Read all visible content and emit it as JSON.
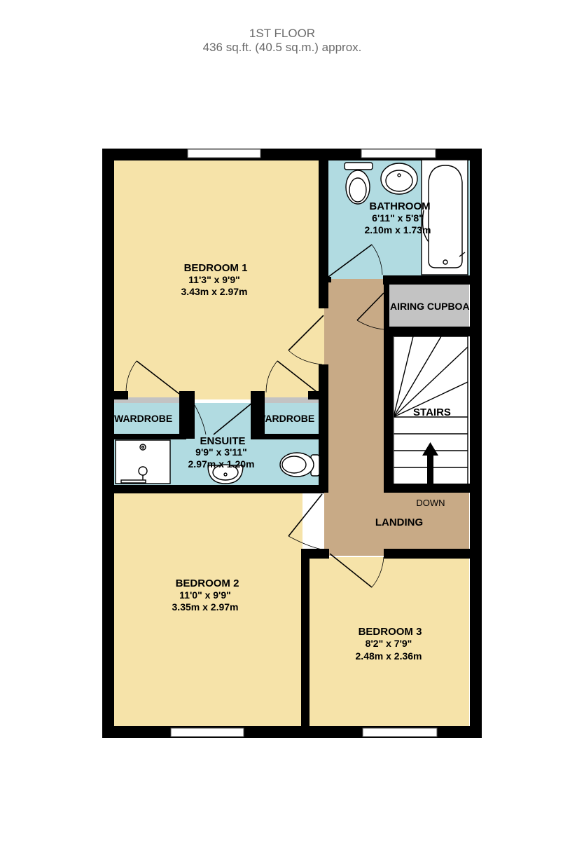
{
  "header": {
    "floor": "1ST FLOOR",
    "area": "436 sq.ft. (40.5 sq.m.) approx."
  },
  "colors": {
    "bedroom": "#f6e3a9",
    "wet_room": "#b1dbe1",
    "landing": "#c8aa86",
    "cupboard": "#c3c3c3",
    "wall": "#000000",
    "window": "#cccccc"
  },
  "rooms": {
    "bedroom1": {
      "name": "BEDROOM 1",
      "imperial": "11'3\"  x 9'9\"",
      "metric": "3.43m  x 2.97m"
    },
    "bathroom": {
      "name": "BATHROOM",
      "imperial": "6'11\"  x 5'8\"",
      "metric": "2.10m  x 1.73m"
    },
    "ensuite": {
      "name": "ENSUITE",
      "imperial": "9'9\"  x 3'11\"",
      "metric": "2.97m  x 1.20m"
    },
    "bedroom2": {
      "name": "BEDROOM 2",
      "imperial": "11'0\"  x 9'9\"",
      "metric": "3.35m  x 2.97m"
    },
    "bedroom3": {
      "name": "BEDROOM 3",
      "imperial": "8'2\"  x 7'9\"",
      "metric": "2.48m  x 2.36m"
    },
    "landing": {
      "name": "LANDING"
    },
    "stairs": {
      "name": "STAIRS",
      "direction": "DOWN"
    },
    "airing_cupboard": {
      "name": "AIRING CUPBOAR"
    },
    "wardrobe_left": {
      "name": "WARDROBE"
    },
    "wardrobe_right": {
      "name": "WARDROBE"
    }
  }
}
